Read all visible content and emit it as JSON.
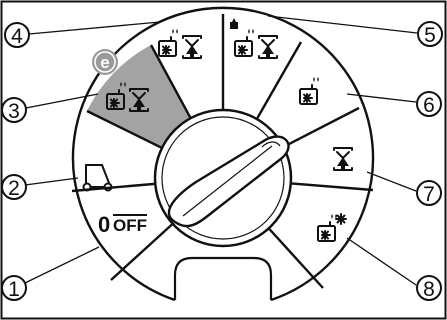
{
  "callouts": [
    "1",
    "2",
    "3",
    "4",
    "5",
    "6",
    "7",
    "8"
  ],
  "positions": {
    "off": {
      "number": "0",
      "label": "OFF"
    },
    "eco_badge": "e"
  },
  "colors": {
    "eco_sector": "#a3a3a3",
    "eco_badge": "#9a9a9a",
    "lines": "#111111",
    "background": "#ffffff"
  },
  "icons": {
    "position_2": "tractor-hitch-icon",
    "position_3": "eco-spray-and-lift-icon",
    "position_4": "spray-and-lift-icon",
    "position_5": "tank-spray-and-lift-icon",
    "position_6": "spray-icon",
    "position_7": "lift-icon",
    "position_8": "light-spray-icon"
  }
}
